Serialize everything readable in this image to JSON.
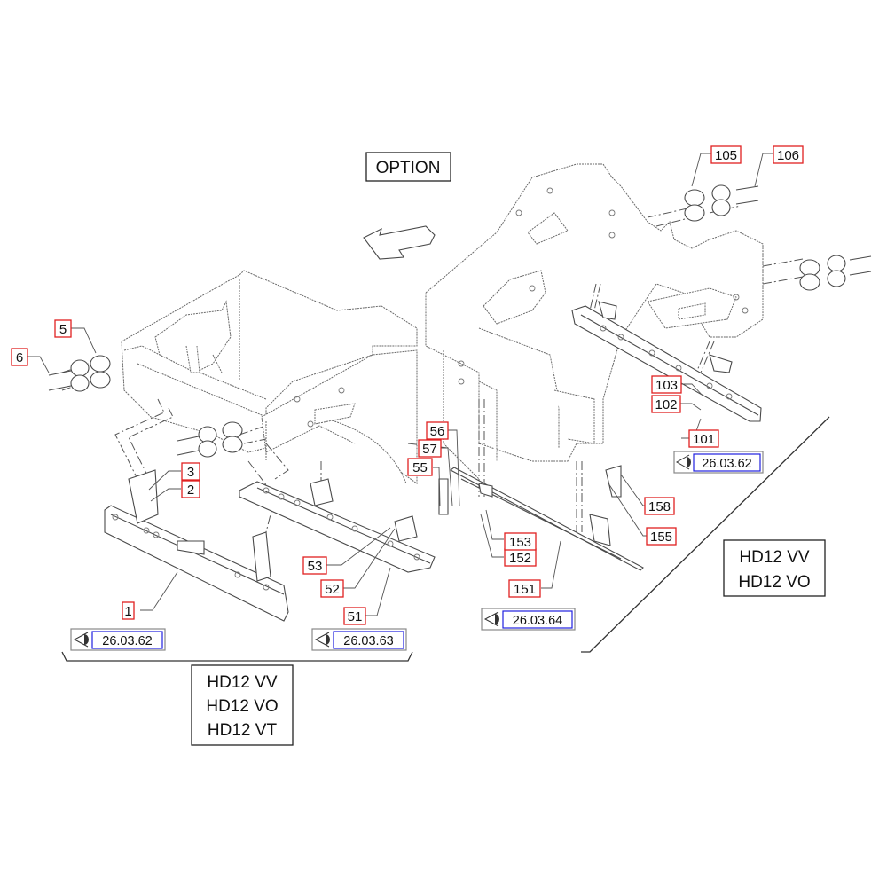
{
  "diagram": {
    "title_label": "OPTION",
    "callouts": [
      {
        "id": "c1",
        "label": "1"
      },
      {
        "id": "c2",
        "label": "2"
      },
      {
        "id": "c3",
        "label": "3"
      },
      {
        "id": "c5",
        "label": "5"
      },
      {
        "id": "c6",
        "label": "6"
      },
      {
        "id": "c51",
        "label": "51"
      },
      {
        "id": "c52",
        "label": "52"
      },
      {
        "id": "c53",
        "label": "53"
      },
      {
        "id": "c55",
        "label": "55"
      },
      {
        "id": "c56",
        "label": "56"
      },
      {
        "id": "c57",
        "label": "57"
      },
      {
        "id": "c101",
        "label": "101"
      },
      {
        "id": "c102",
        "label": "102"
      },
      {
        "id": "c103",
        "label": "103"
      },
      {
        "id": "c105",
        "label": "105"
      },
      {
        "id": "c106",
        "label": "106"
      },
      {
        "id": "c151",
        "label": "151"
      },
      {
        "id": "c152",
        "label": "152"
      },
      {
        "id": "c153",
        "label": "153"
      },
      {
        "id": "c155",
        "label": "155"
      },
      {
        "id": "c158",
        "label": "158"
      }
    ],
    "references": [
      {
        "id": "ref-left",
        "icon": "eye-view-icon",
        "label": "26.03.62"
      },
      {
        "id": "ref-mid",
        "icon": "eye-view-icon",
        "label": "26.03.63"
      },
      {
        "id": "ref-center",
        "icon": "eye-view-icon",
        "label": "26.03.64"
      },
      {
        "id": "ref-right",
        "icon": "eye-view-icon",
        "label": "26.03.62"
      }
    ],
    "model_groups": [
      {
        "id": "models-left",
        "lines": [
          "HD12 VV",
          "HD12 VO",
          "HD12 VT"
        ]
      },
      {
        "id": "models-right",
        "lines": [
          "HD12 VV",
          "HD12 VO"
        ]
      }
    ],
    "colors": {
      "callout_border": "#e02020",
      "reference_border": "#2020e0",
      "line": "#555555"
    }
  }
}
